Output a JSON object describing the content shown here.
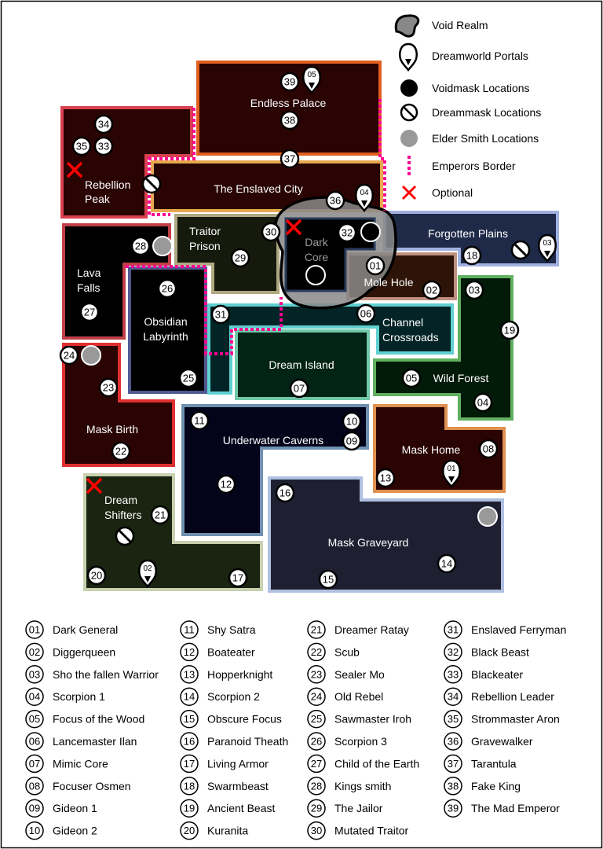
{
  "legend": {
    "void_realm": "Void Realm",
    "portals": "Dreamworld Portals",
    "voidmask": "Voidmask Locations",
    "dreammask": "Dreammask Locations",
    "elder_smith": "Elder Smith Locations",
    "emperors_border": "Emperors Border",
    "optional": "Optional"
  },
  "colors": {
    "emperors_border": "#ff0090",
    "optional": "#ff0000",
    "elder_smith": "#999999",
    "void_realm": "#888888"
  },
  "regions": {
    "endless_palace": "Endless Palace",
    "rebellion_peak": [
      "Rebellion",
      "Peak"
    ],
    "enslaved_city": "The Enslaved City",
    "traitor_prison": [
      "Traitor",
      "Prison"
    ],
    "dark_core": [
      "Dark",
      "Core"
    ],
    "forgotten_plains": "Forgotten Plains",
    "mole_hole": "Mole Hole",
    "lava_falls": [
      "Lava",
      "Falls"
    ],
    "obsidian_labyrinth": [
      "Obsidian",
      "Labyrinth"
    ],
    "channel_crossroads": [
      "Channel",
      "Crossroads"
    ],
    "dream_island": "Dream Island",
    "wild_forest": "Wild Forest",
    "mask_birth": "Mask Birth",
    "underwater_caverns": "Underwater Caverns",
    "mask_home": "Mask Home",
    "dream_shifters": [
      "Dream",
      "Shifters"
    ],
    "mask_graveyard": "Mask Graveyard"
  },
  "markers": [
    {
      "type": "boss",
      "label": "39"
    },
    {
      "type": "portal",
      "label": "05"
    },
    {
      "type": "boss",
      "label": "38"
    },
    {
      "type": "boss",
      "label": "37"
    },
    {
      "type": "boss",
      "label": "34"
    },
    {
      "type": "boss",
      "label": "35"
    },
    {
      "type": "boss",
      "label": "33"
    },
    {
      "type": "optional"
    },
    {
      "type": "dreammask"
    },
    {
      "type": "boss",
      "label": "36"
    },
    {
      "type": "portal",
      "label": "04"
    },
    {
      "type": "boss",
      "label": "30"
    },
    {
      "type": "optional"
    },
    {
      "type": "boss",
      "label": "32"
    },
    {
      "type": "voidmask"
    },
    {
      "type": "voidmask"
    },
    {
      "type": "boss",
      "label": "01"
    },
    {
      "type": "boss",
      "label": "02"
    },
    {
      "type": "boss",
      "label": "18"
    },
    {
      "type": "dreammask"
    },
    {
      "type": "portal",
      "label": "03"
    },
    {
      "type": "boss",
      "label": "28"
    },
    {
      "type": "smith"
    },
    {
      "type": "boss",
      "label": "29"
    },
    {
      "type": "boss",
      "label": "26"
    },
    {
      "type": "boss",
      "label": "27"
    },
    {
      "type": "boss",
      "label": "31"
    },
    {
      "type": "boss",
      "label": "06"
    },
    {
      "type": "boss",
      "label": "03"
    },
    {
      "type": "boss",
      "label": "19"
    },
    {
      "type": "boss",
      "label": "24"
    },
    {
      "type": "smith"
    },
    {
      "type": "boss",
      "label": "23"
    },
    {
      "type": "boss",
      "label": "25"
    },
    {
      "type": "boss",
      "label": "07"
    },
    {
      "type": "boss",
      "label": "05"
    },
    {
      "type": "boss",
      "label": "04"
    },
    {
      "type": "boss",
      "label": "22"
    },
    {
      "type": "boss",
      "label": "11"
    },
    {
      "type": "boss",
      "label": "10"
    },
    {
      "type": "boss",
      "label": "09"
    },
    {
      "type": "boss",
      "label": "08"
    },
    {
      "type": "portal",
      "label": "01"
    },
    {
      "type": "boss",
      "label": "13"
    },
    {
      "type": "boss",
      "label": "12"
    },
    {
      "type": "boss",
      "label": "16"
    },
    {
      "type": "smith"
    },
    {
      "type": "boss",
      "label": "14"
    },
    {
      "type": "boss",
      "label": "15"
    },
    {
      "type": "optional"
    },
    {
      "type": "boss",
      "label": "21"
    },
    {
      "type": "dreammask"
    },
    {
      "type": "boss",
      "label": "20"
    },
    {
      "type": "portal",
      "label": "02"
    },
    {
      "type": "boss",
      "label": "17"
    }
  ],
  "boss_list": [
    {
      "num": "01",
      "name": "Dark General"
    },
    {
      "num": "02",
      "name": "Diggerqueen"
    },
    {
      "num": "03",
      "name": "Sho the fallen Warrior"
    },
    {
      "num": "04",
      "name": "Scorpion 1"
    },
    {
      "num": "05",
      "name": "Focus of the Wood"
    },
    {
      "num": "06",
      "name": "Lancemaster Ilan"
    },
    {
      "num": "07",
      "name": "Mimic Core"
    },
    {
      "num": "08",
      "name": "Focuser Osmen"
    },
    {
      "num": "09",
      "name": "Gideon 1"
    },
    {
      "num": "10",
      "name": "Gideon 2"
    },
    {
      "num": "11",
      "name": "Shy Satra"
    },
    {
      "num": "12",
      "name": "Boateater"
    },
    {
      "num": "13",
      "name": "Hopperknight"
    },
    {
      "num": "14",
      "name": "Scorpion 2"
    },
    {
      "num": "15",
      "name": "Obscure Focus"
    },
    {
      "num": "16",
      "name": "Paranoid Theath"
    },
    {
      "num": "17",
      "name": "Living Armor"
    },
    {
      "num": "18",
      "name": "Swarmbeast"
    },
    {
      "num": "19",
      "name": "Ancient Beast"
    },
    {
      "num": "20",
      "name": "Kuranita"
    },
    {
      "num": "21",
      "name": "Dreamer Ratay"
    },
    {
      "num": "22",
      "name": "Scub"
    },
    {
      "num": "23",
      "name": "Sealer Mo"
    },
    {
      "num": "24",
      "name": "Old Rebel"
    },
    {
      "num": "25",
      "name": "Sawmaster Iroh"
    },
    {
      "num": "26",
      "name": "Scorpion 3"
    },
    {
      "num": "27",
      "name": "Child of the Earth"
    },
    {
      "num": "28",
      "name": "Kings smith"
    },
    {
      "num": "29",
      "name": "The Jailor"
    },
    {
      "num": "30",
      "name": "Mutated Traitor"
    },
    {
      "num": "31",
      "name": "Enslaved Ferryman"
    },
    {
      "num": "32",
      "name": "Black Beast"
    },
    {
      "num": "33",
      "name": "Blackeater"
    },
    {
      "num": "34",
      "name": "Rebellion Leader"
    },
    {
      "num": "35",
      "name": "Strommaster Aron"
    },
    {
      "num": "36",
      "name": "Gravewalker"
    },
    {
      "num": "37",
      "name": "Tarantula"
    },
    {
      "num": "38",
      "name": "Fake King"
    },
    {
      "num": "39",
      "name": "The Mad Emperor"
    }
  ]
}
